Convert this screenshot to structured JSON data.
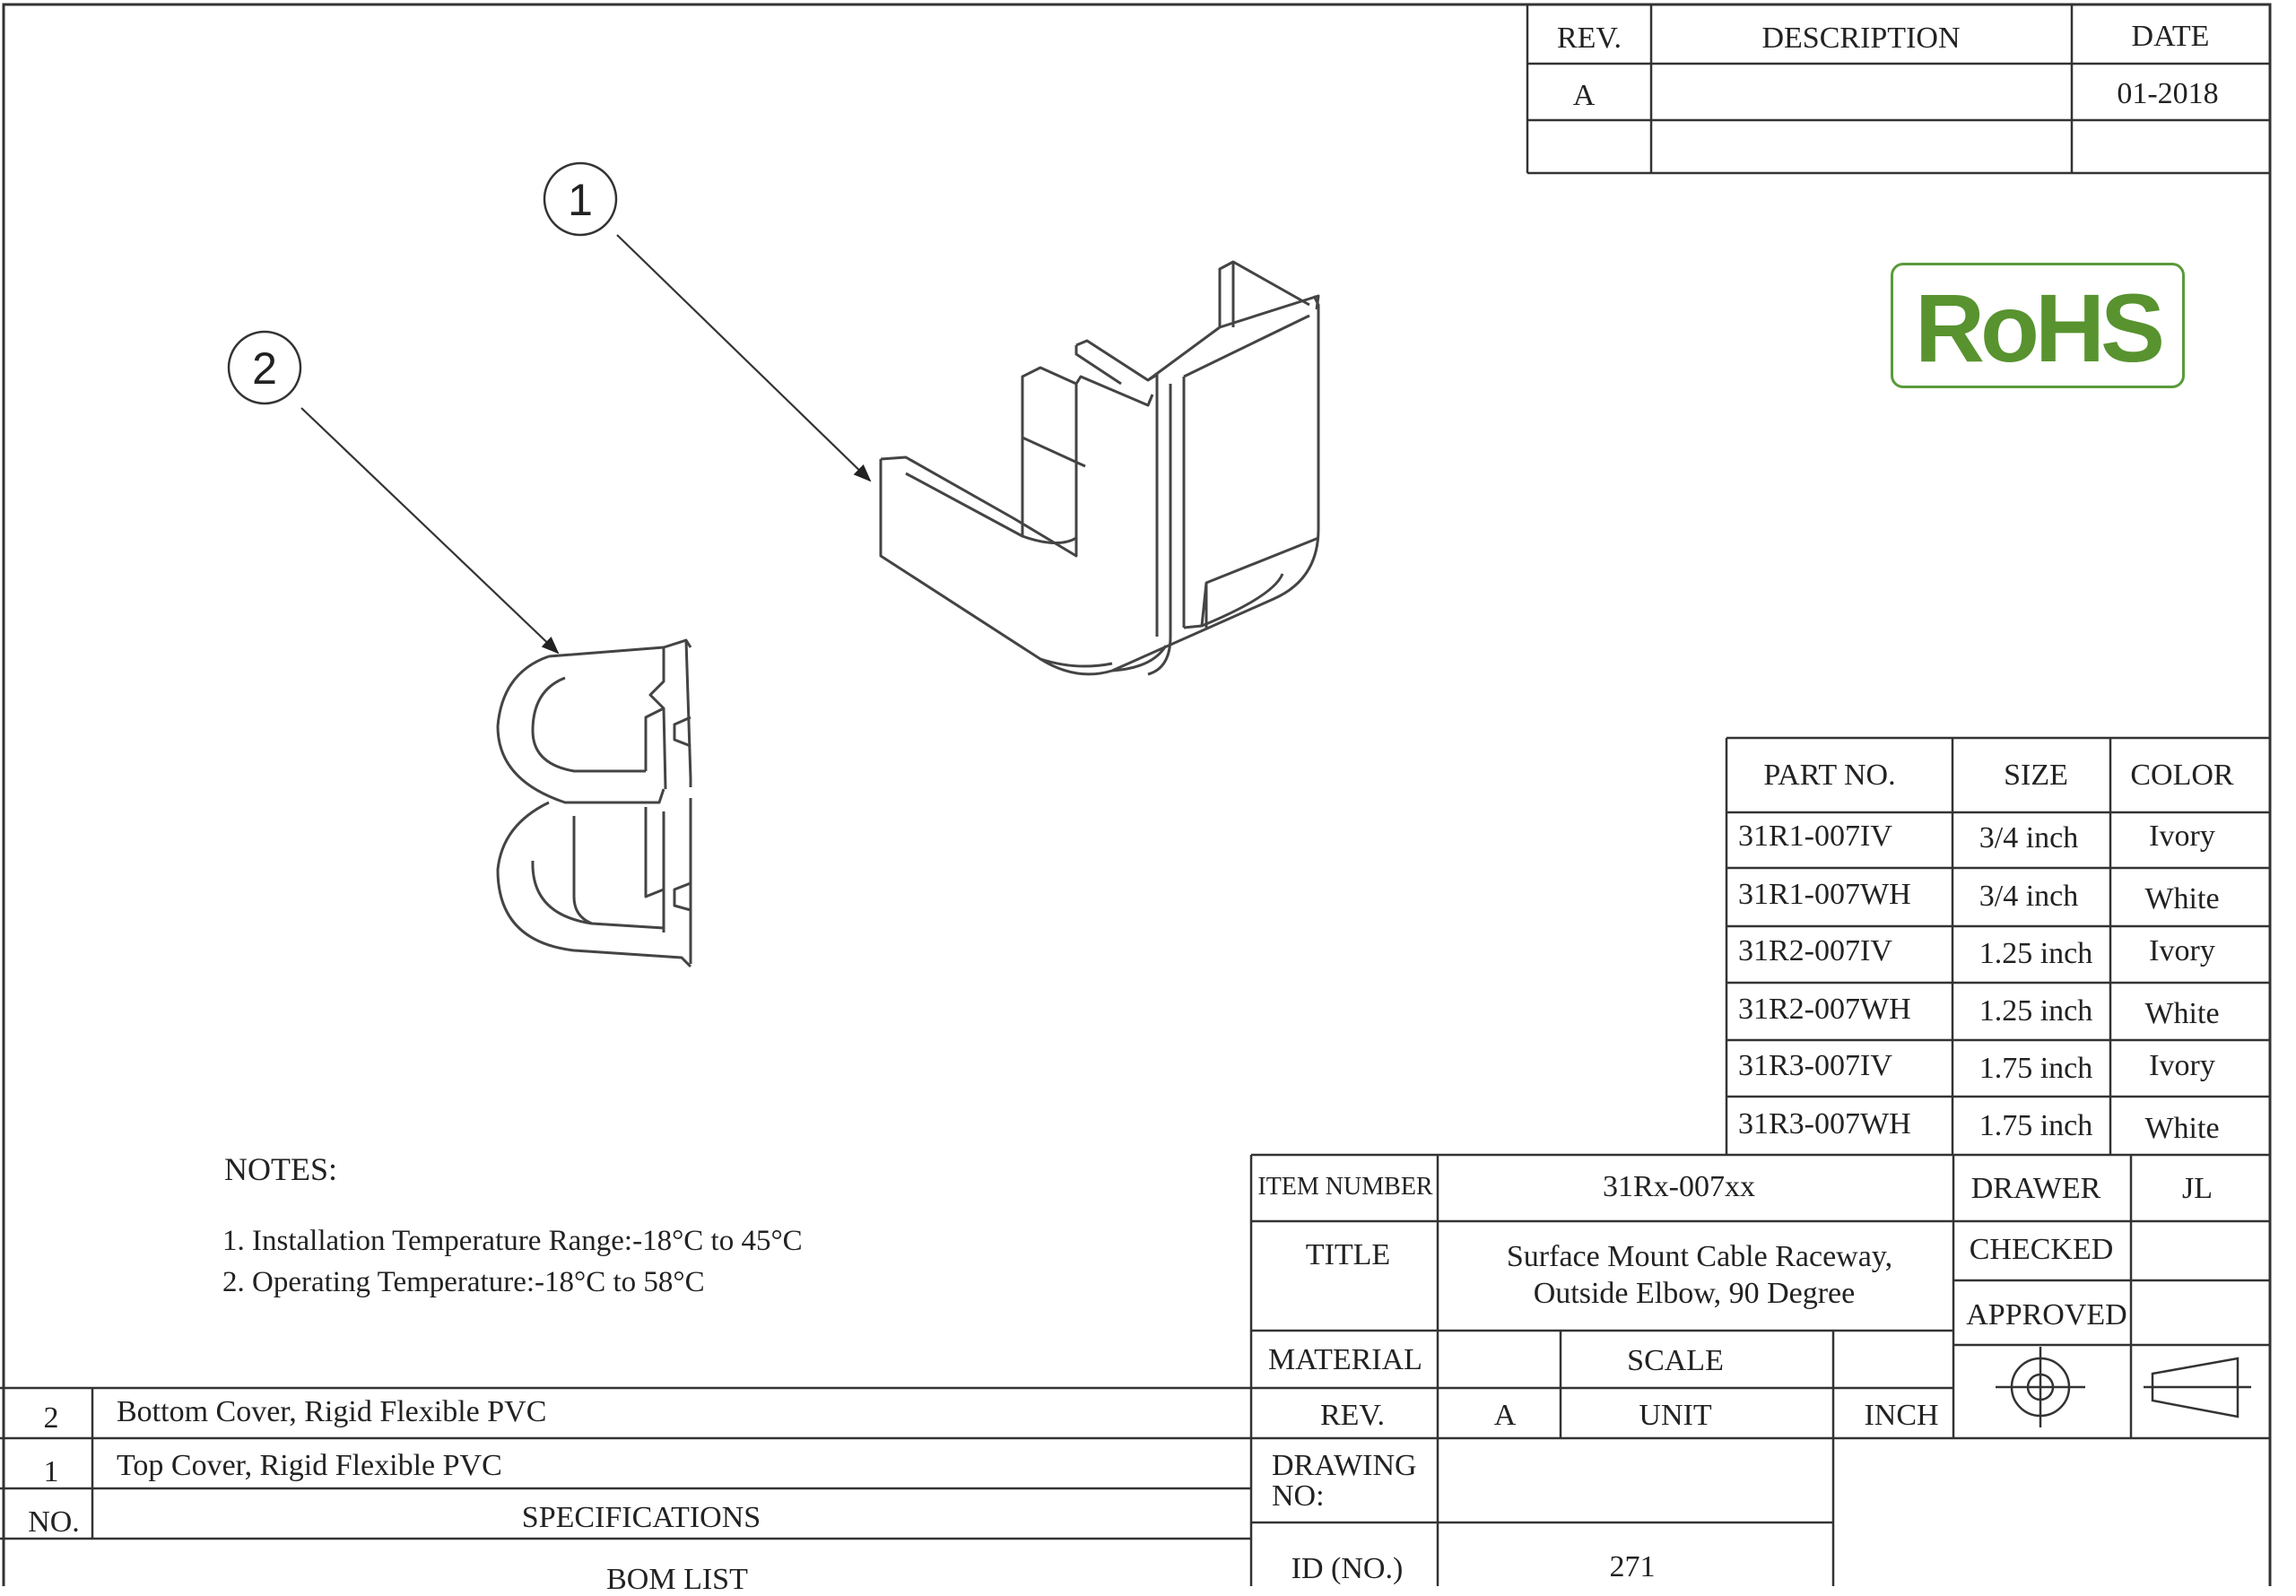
{
  "revision_block": {
    "headers": {
      "rev": "REV.",
      "description": "DESCRIPTION",
      "date": "DATE"
    },
    "rows": [
      {
        "rev": "A",
        "description": "",
        "date": "01-2018"
      }
    ]
  },
  "logo": {
    "text": "RoHS",
    "color": "#58932f"
  },
  "callouts": [
    "1",
    "2"
  ],
  "parts_table": {
    "headers": {
      "part": "PART NO.",
      "size": "SIZE",
      "color": "COLOR"
    },
    "rows": [
      {
        "part": "31R1-007IV",
        "size": "3/4 inch",
        "color": "Ivory"
      },
      {
        "part": "31R1-007WH",
        "size": "3/4 inch",
        "color": "White"
      },
      {
        "part": "31R2-007IV",
        "size": "1.25 inch",
        "color": "Ivory"
      },
      {
        "part": "31R2-007WH",
        "size": "1.25 inch",
        "color": "White"
      },
      {
        "part": "31R3-007IV",
        "size": "1.75 inch",
        "color": "Ivory"
      },
      {
        "part": "31R3-007WH",
        "size": "1.75 inch",
        "color": "White"
      }
    ]
  },
  "notes": {
    "title": "NOTES:",
    "items": [
      "1. Installation Temperature Range:-18°C to 45°C",
      "2. Operating Temperature:-18°C to 58°C"
    ]
  },
  "bom": {
    "rows": [
      {
        "no": "2",
        "spec": "Bottom Cover, Rigid Flexible PVC"
      },
      {
        "no": "1",
        "spec": "Top Cover, Rigid Flexible PVC"
      }
    ],
    "no_header": "NO.",
    "spec_header": "SPECIFICATIONS",
    "title": "BOM LIST"
  },
  "title_block": {
    "item_number_label": "ITEM NUMBER",
    "item_number": "31Rx-007xx",
    "title_label": "TITLE",
    "title_line1": "Surface Mount Cable Raceway,",
    "title_line2": "Outside Elbow, 90 Degree",
    "drawer_label": "DRAWER",
    "drawer": "JL",
    "checked_label": "CHECKED",
    "checked": "",
    "approved_label": "APPROVED",
    "approved": "",
    "material_label": "MATERIAL",
    "material": "",
    "scale_label": "SCALE",
    "scale": "",
    "rev_label": "REV.",
    "rev": "A",
    "unit_label": "UNIT",
    "unit": "INCH",
    "drawing_no_label_1": "DRAWING",
    "drawing_no_label_2": "NO:",
    "drawing_no": "",
    "id_label": "ID (NO.)",
    "id": "271"
  }
}
